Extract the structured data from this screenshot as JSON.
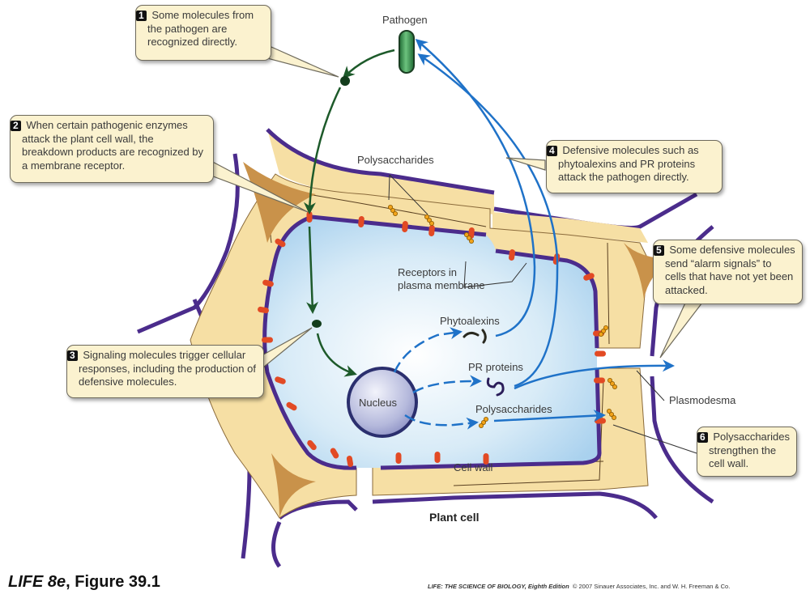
{
  "figure": {
    "caption_italic": "LIFE 8e",
    "caption_rest": ", Figure 39.1",
    "credit_title": "LIFE: THE SCIENCE OF BIOLOGY, Eighth Edition",
    "credit_rest": "© 2007 Sinauer Associates, Inc. and W. H. Freeman & Co."
  },
  "labels": {
    "pathogen": "Pathogen",
    "polysaccharides_wall": "Polysaccharides",
    "receptors_line1": "Receptors in",
    "receptors_line2": "plasma membrane",
    "phytoalexins": "Phytoalexins",
    "pr_proteins": "PR proteins",
    "polysaccharides_cyto": "Polysaccharides",
    "nucleus": "Nucleus",
    "plasmodesma": "Plasmodesma",
    "cell_wall": "Cell wall",
    "plant_cell": "Plant cell"
  },
  "callouts": [
    {
      "number": "1",
      "text": "Some molecules from the pathogen are recognized directly."
    },
    {
      "number": "2",
      "text": "When certain pathogenic enzymes attack the plant cell wall, the breakdown products are recognized by a membrane receptor."
    },
    {
      "number": "3",
      "text": "Signaling molecules trigger cellular responses, including the production of defensive molecules."
    },
    {
      "number": "4",
      "text": "Defensive molecules such as phytoalexins and PR proteins attack the pathogen directly."
    },
    {
      "number": "5",
      "text": "Some defensive molecules send “alarm signals” to cells that have not yet been attacked."
    },
    {
      "number": "6",
      "text": "Polysaccharides strengthen the cell wall."
    }
  ],
  "colors": {
    "cell_wall": "#f6dfa4",
    "middle_lamella": "#c9924a",
    "membrane": "#4b2c8c",
    "receptor": "#e24a24",
    "cytoplasm": "#cfe6f5",
    "signal_arrow": "#1d5a2a",
    "defense_arrow": "#1f72c8",
    "pathogen": "#2e8b47",
    "callout_bg": "#fbf2cf"
  }
}
